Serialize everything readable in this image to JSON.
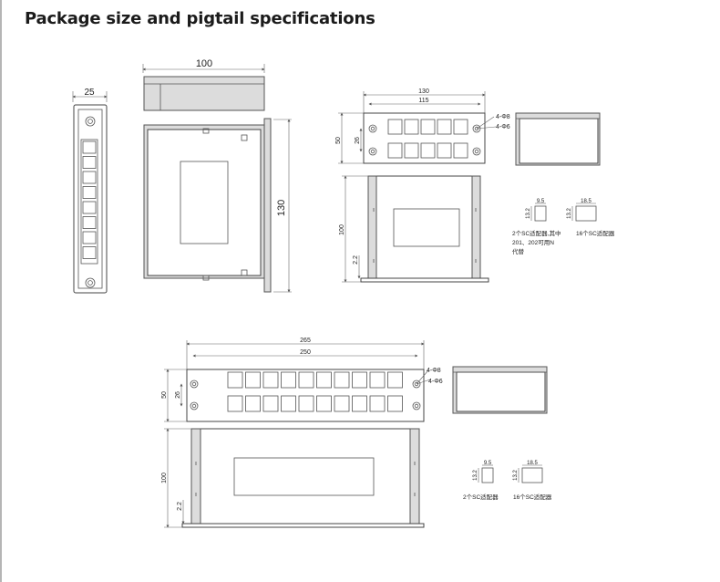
{
  "header": {
    "title": "Package size and pigtail specifications"
  },
  "drawing1": {
    "dim_width": "100",
    "dim_depth": "25",
    "dim_height": "130"
  },
  "drawing2": {
    "dim_total_width": "130",
    "dim_inner_width": "115",
    "dim_height": "50",
    "dim_pitch": "26",
    "dim_hole_large": "4-Φ8",
    "dim_hole_small": "4-Φ6",
    "dim_body_height": "100",
    "dim_flange": "2.2",
    "legend_left_width": "9.5",
    "legend_left_height": "13.2",
    "legend_right_width": "18.5",
    "legend_right_height": "13.2",
    "note_left": [
      "2个SC适配器,其中",
      "201、202可用N",
      "代替"
    ],
    "note_right": "16个SC适配器"
  },
  "drawing3": {
    "dim_total_width": "265",
    "dim_inner_width": "250",
    "dim_height": "50",
    "dim_pitch": "26",
    "dim_hole_large": "4-Φ8",
    "dim_hole_small": "4-Φ6",
    "dim_body_height": "100",
    "dim_flange": "2.2",
    "legend_left_width": "9.5",
    "legend_left_height": "13.2",
    "legend_right_width": "18.5",
    "legend_right_height": "13.2",
    "note_left": "2个SC适配器",
    "note_right": "16个SC适配器"
  }
}
